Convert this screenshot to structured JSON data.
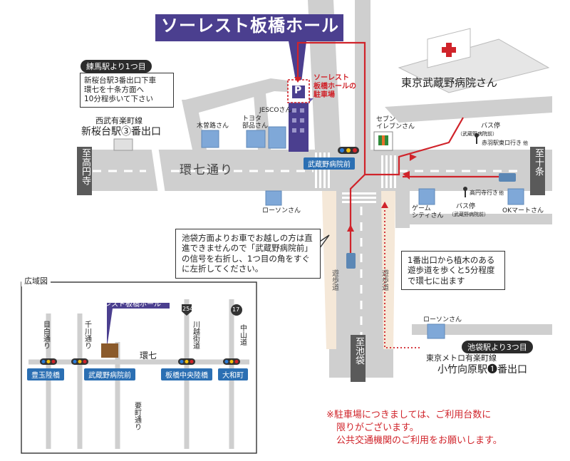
{
  "map": {
    "venue_title": "ソーレスト板橋ホール",
    "parking_label": "ソーレスト\n板橋ホールの\n駐車場",
    "parking_p": "P",
    "hospital_name": "東京武蔵野病院さん",
    "main_road": "環七通り",
    "west_direction": "至高円寺",
    "east_direction": "至十条",
    "south_direction": "至池袋",
    "signal_main": "武蔵野病院前",
    "sidewalk_left": "遊歩道",
    "sidewalk_right": "遊歩道"
  },
  "landmarks": {
    "kisoji": "木曽路さん",
    "jesco": "JESCOさん",
    "toyota": "トヨタ\n部品さん",
    "seven_eleven": "セブン\nイレブンさん",
    "bus_stop_north": "バス停",
    "bus_stop_north_sub": "（武蔵野病院前）",
    "bus_stop_north_dest": "赤羽駅東口行き",
    "bus_stop_north_etc": "他",
    "lawson_north": "ローソンさん",
    "game_city": "ゲーム\nシティさん",
    "bus_stop_south_dest": "高円寺行き",
    "bus_stop_south_etc": "他",
    "bus_stop_south": "バス停",
    "bus_stop_south_sub": "（武蔵野病院前）",
    "ok_mart": "OKマートさん",
    "lawson_south": "ローソンさん"
  },
  "stations": {
    "nerima_tag": "練馬駅より1つ目",
    "nerima_note": "新桜台駅3番出口下車\n環七を十条方面へ\n10分程歩いて下さい",
    "nerima_line": "西武有楽町線",
    "nerima_station": "新桜台駅③番出口",
    "ikebukuro_tag": "池袋駅より3つ目",
    "ikebukuro_line": "東京メトロ有楽町線",
    "ikebukuro_station": "小竹向原駅❶番出口"
  },
  "notes": {
    "car_directions": "池袋方面よりお車でお越しの方は直進できませんので「武蔵野病院前」の信号を右折し、1つ目の角をすぐに左折してください。",
    "walk_directions": "1番出口から植木のある遊歩道を歩くと5分程度で環七に出ます",
    "parking_notice_1": "※駐車場につきましては、ご利用台数に",
    "parking_notice_2": "限りがございます。",
    "parking_notice_3": "公共交通機関のご利用をお願いします。"
  },
  "inset": {
    "title": "広域図",
    "venue": "ソーレスト板橋ホール",
    "road_kan7": "環七",
    "road_mejiro": "目白通り",
    "road_senkawa": "千川通り",
    "road_kawagoe": "川越街道",
    "road_nakayama": "中山道",
    "road_kanamecho": "要町通り",
    "route_254": "254",
    "route_17": "17",
    "signal_1": "豊玉陸橋",
    "signal_2": "武蔵野病院前",
    "signal_3": "板橋中央陸橋",
    "signal_4": "大和町"
  },
  "colors": {
    "venue_purple": "#4b3f8f",
    "route_red": "#d0232a",
    "signal_blue": "#2b6fb3",
    "road_gray": "#cfcfcf",
    "building_blue": "#7fa8d8"
  }
}
